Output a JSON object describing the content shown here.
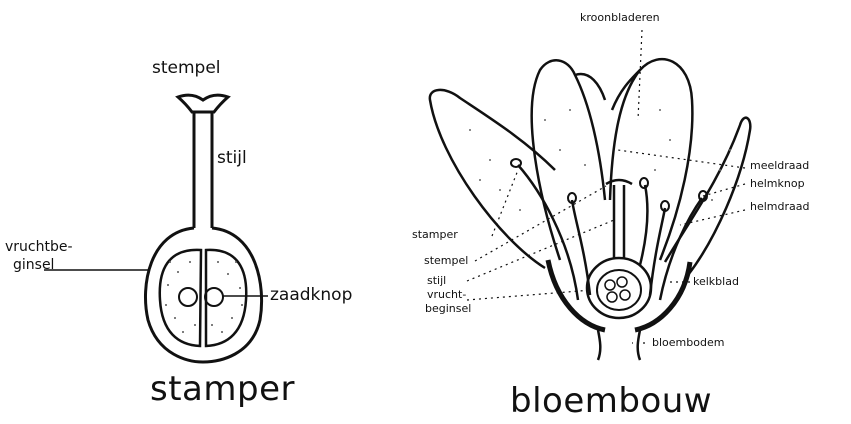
{
  "stamper_diagram": {
    "title": "stamper",
    "labels": {
      "stempel": "stempel",
      "stijl": "stijl",
      "vruchtbeginsel_line1": "vruchtbe-",
      "vruchtbeginsel_line2": "ginsel",
      "zaadknop": "zaadknop"
    }
  },
  "bloembouw_diagram": {
    "title": "bloembouw",
    "labels": {
      "kroonbladeren": "kroonbladeren",
      "meeldraad": "meeldraad",
      "helmknop": "helmknop",
      "helmdraad": "helmdraad",
      "stamper": "stamper",
      "stempel": "stempel",
      "stijl": "stijl",
      "vruchtbeginsel_line1": "vrucht-",
      "vruchtbeginsel_line2": "beginsel",
      "kelkblad": "kelkblad",
      "bloembodem": "bloembodem"
    }
  }
}
